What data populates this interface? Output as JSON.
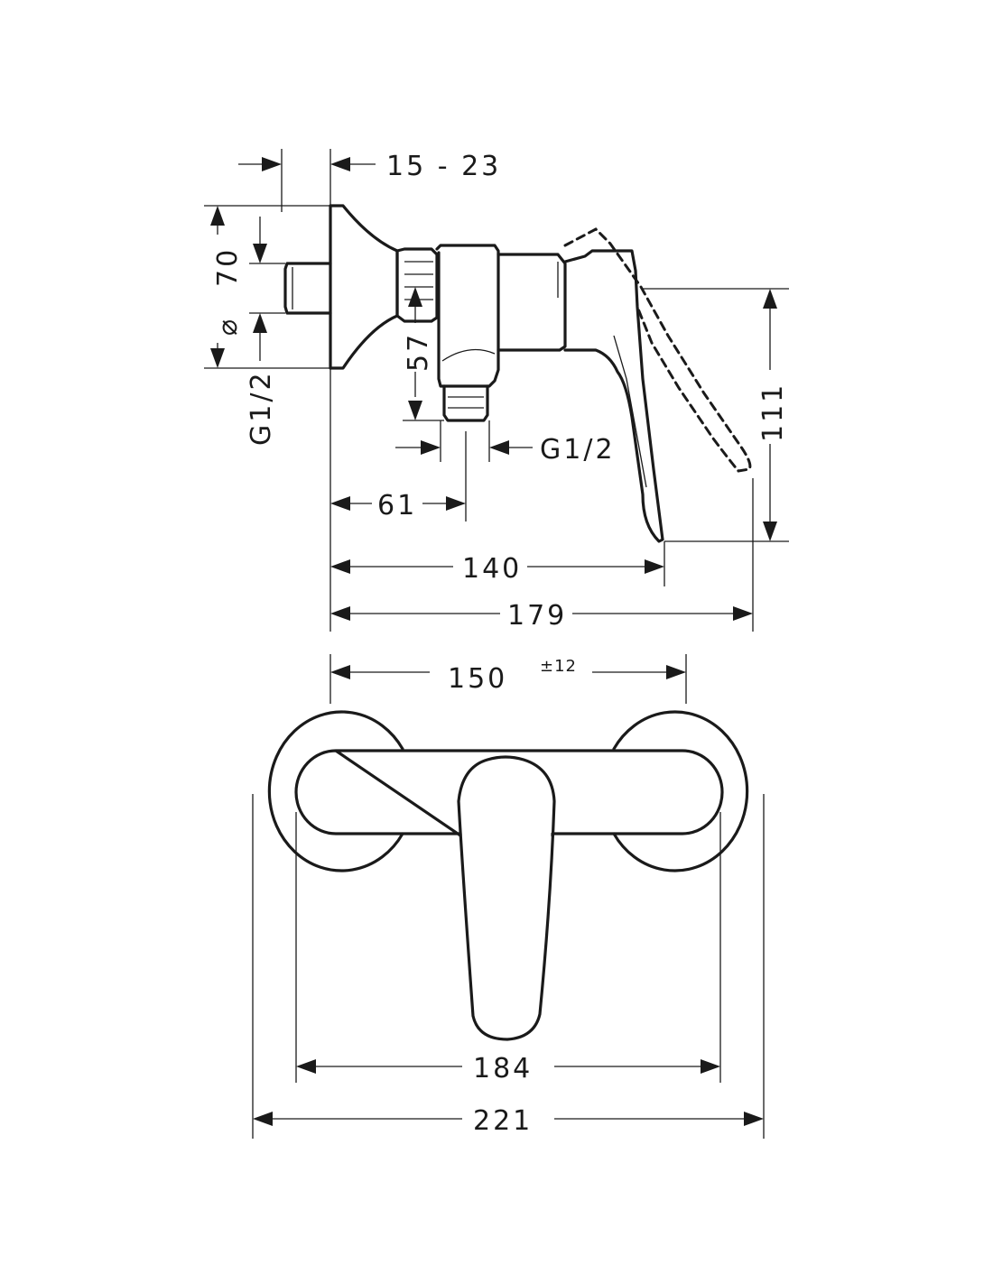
{
  "side_view": {
    "dim_wall_depth": "15 - 23",
    "dim_diameter_symbol": "⌀",
    "dim_diameter_value": "70",
    "dim_inlet_thread": "G1/2",
    "dim_outlet_height": "57",
    "dim_outlet_thread": "G1/2",
    "dim_outlet_offset": "61",
    "dim_handle_projection": "140",
    "dim_total_projection": "179",
    "dim_handle_height": "111"
  },
  "front_view": {
    "dim_centers": "150",
    "dim_centers_tolerance": "±12",
    "dim_body_width": "184",
    "dim_total_width": "221"
  }
}
